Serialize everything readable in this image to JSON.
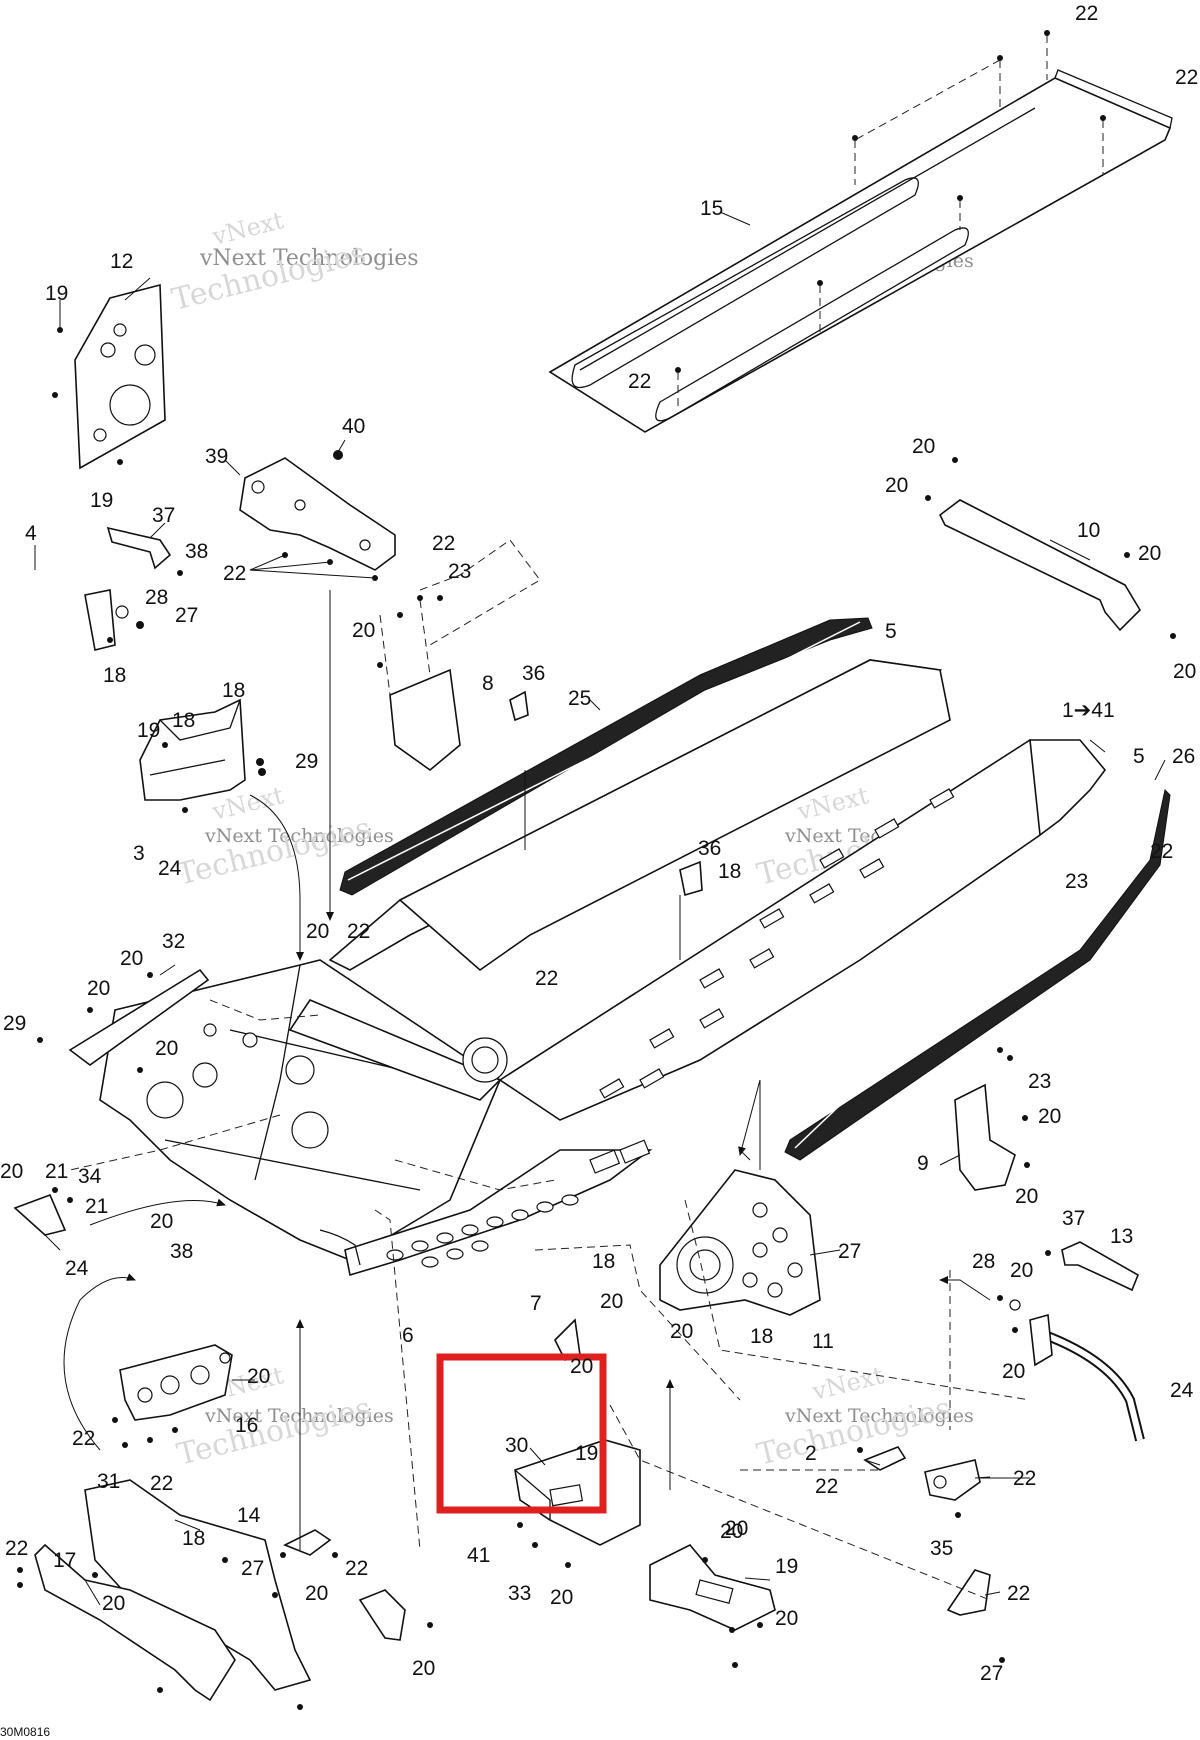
{
  "diagram": {
    "code": "30M0816",
    "highlight_color": "#e01f1f",
    "watermark": {
      "line1": "vNext",
      "line2": "vNext Technologies",
      "line3": "Technologies"
    },
    "callouts": [
      "22",
      "22",
      "15",
      "22",
      "12",
      "19",
      "19",
      "20",
      "20",
      "10",
      "20",
      "20",
      "40",
      "39",
      "37",
      "38",
      "4",
      "22",
      "22",
      "28",
      "27",
      "23",
      "18",
      "20",
      "8",
      "36",
      "25",
      "5",
      "18",
      "18",
      "19",
      "29",
      "3",
      "24",
      "1➔41",
      "5",
      "26",
      "36",
      "18",
      "22",
      "23",
      "32",
      "20",
      "22",
      "20",
      "22",
      "29",
      "20",
      "23",
      "20",
      "9",
      "20",
      "20",
      "21",
      "20",
      "21",
      "34",
      "20",
      "24",
      "38",
      "37",
      "13",
      "27",
      "28",
      "20",
      "18",
      "7",
      "20",
      "20",
      "20",
      "18",
      "11",
      "6",
      "20",
      "24",
      "20",
      "16",
      "22",
      "22",
      "31",
      "30",
      "19",
      "2",
      "22",
      "22",
      "14",
      "18",
      "20",
      "35",
      "27",
      "22",
      "20",
      "22",
      "17",
      "20",
      "41",
      "20",
      "33",
      "20",
      "19",
      "20",
      "22",
      "27",
      "20"
    ]
  }
}
